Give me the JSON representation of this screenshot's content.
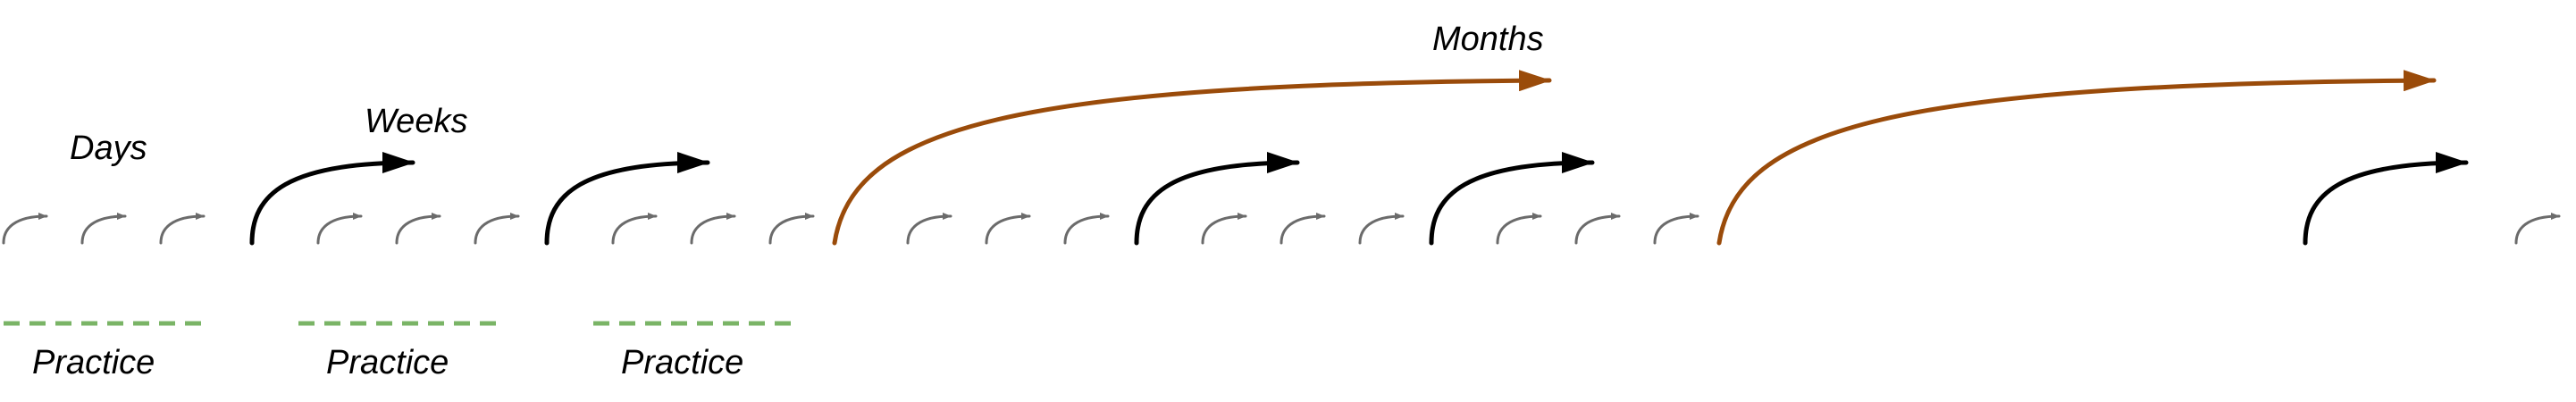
{
  "labels": {
    "days": "Days",
    "weeks": "Weeks",
    "months": "Months",
    "practice": [
      "Practice",
      "Practice",
      "Practice"
    ]
  },
  "colors": {
    "day_arrow": "#6b6b6b",
    "week_arrow": "#000000",
    "month_arrow": "#9a4b0a",
    "practice_line": "#7ab466"
  },
  "structure": {
    "month_cycles": 2,
    "week_cycles_per_month": 3,
    "day_arrows_per_week": 3,
    "practice_sessions": 3
  }
}
